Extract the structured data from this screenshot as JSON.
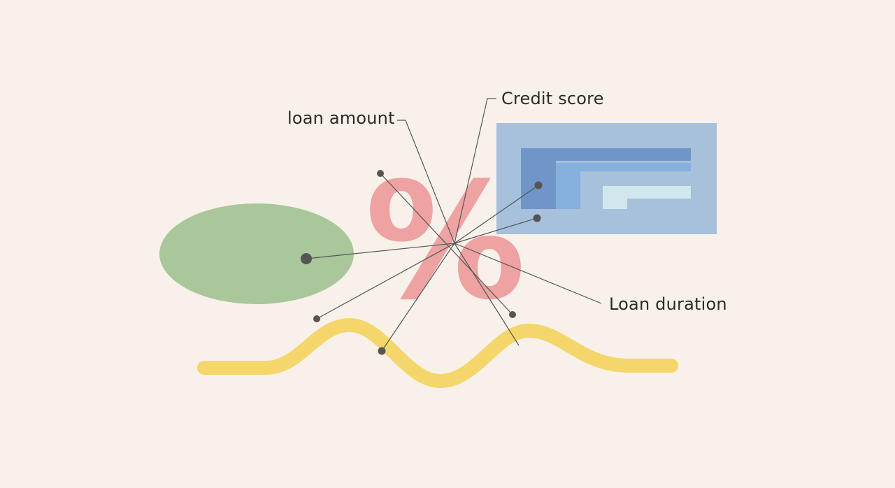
{
  "labels": {
    "loan_amount": "loan amount",
    "credit_score": "Credit score",
    "loan_duration": "Loan duration"
  },
  "symbol": "%",
  "colors": {
    "background": "#f8f1ea",
    "percent": "#ee9c9c",
    "ellipse": "#a9c79a",
    "panel": "#a7c0dc",
    "panel_dark": "#6f96c6",
    "panel_mid": "#7faedc",
    "panel_light": "#d2e6ee",
    "wave": "#f5d66a",
    "lines": "#555555",
    "dots": "#555555"
  }
}
